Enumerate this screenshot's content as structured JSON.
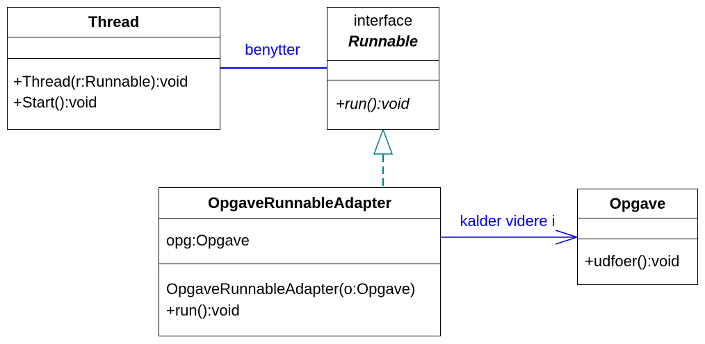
{
  "colors": {
    "association_blue": "#0000dd",
    "realization_teal": "#008080",
    "box_border": "#000000",
    "background": "#ffffff"
  },
  "classes": {
    "thread": {
      "name": "Thread",
      "attributes": [],
      "methods": [
        "+Thread(r:Runnable):void",
        "+Start():void"
      ]
    },
    "runnable": {
      "stereotype": "interface",
      "name": "Runnable",
      "attributes": [],
      "methods": [
        "+run():void"
      ]
    },
    "adapter": {
      "name": "OpgaveRunnableAdapter",
      "attributes": [
        "opg:Opgave"
      ],
      "methods": [
        "OpgaveRunnableAdapter(o:Opgave)",
        "+run():void"
      ]
    },
    "opgave": {
      "name": "Opgave",
      "attributes": [],
      "methods": [
        "+udfoer():void"
      ]
    }
  },
  "relations": {
    "benytter": {
      "type": "association",
      "label": "benytter",
      "from": "Thread",
      "to": "Runnable"
    },
    "realization": {
      "type": "realization",
      "from": "OpgaveRunnableAdapter",
      "to": "Runnable"
    },
    "kalder": {
      "type": "directed-association",
      "label": "kalder videre i",
      "from": "OpgaveRunnableAdapter",
      "to": "Opgave"
    }
  }
}
